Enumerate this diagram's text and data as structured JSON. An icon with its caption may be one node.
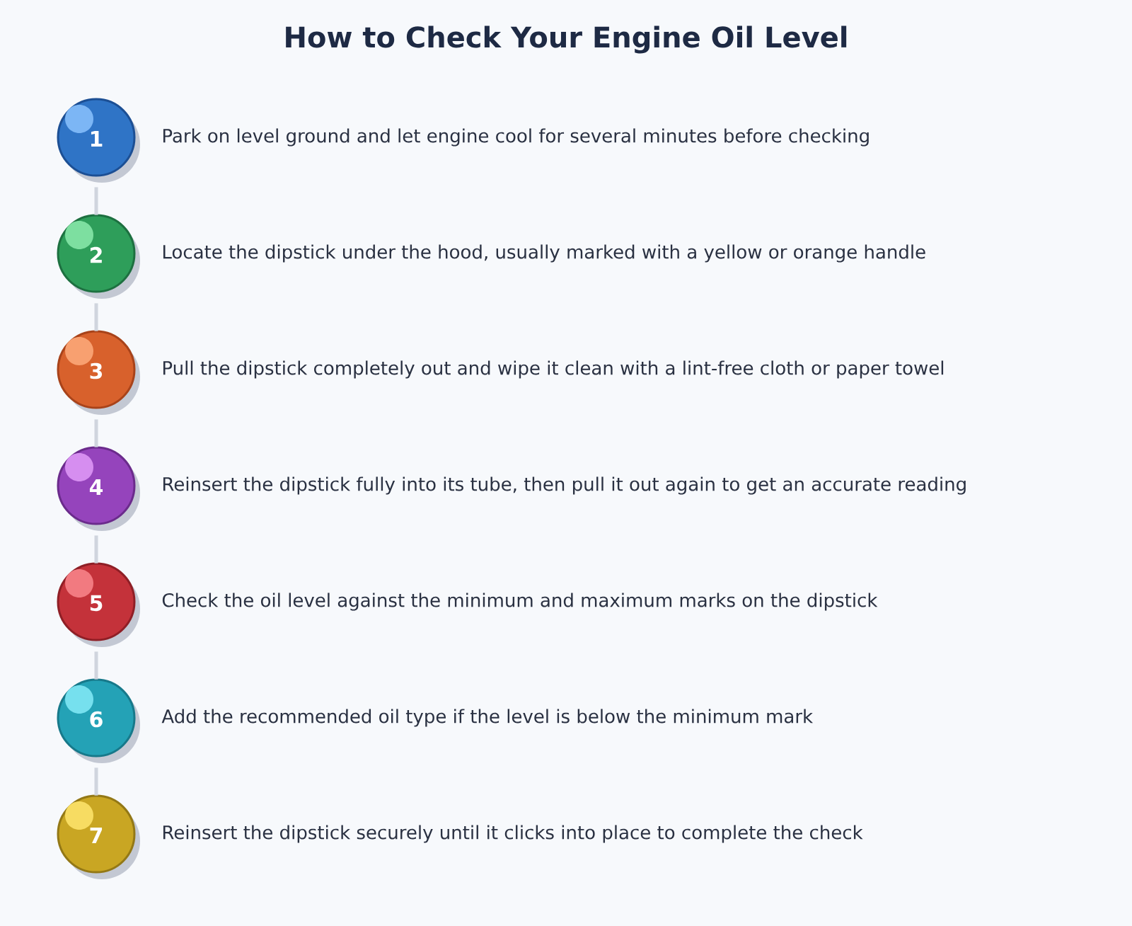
{
  "diagram": {
    "title": "How to Check Your Engine Oil Level",
    "nodes": [
      {
        "text": [
          "1"
        ],
        "beside": [
          "Park on level ground and let engine cool for several minutes before checking"
        ]
      },
      {
        "text": [
          "2"
        ],
        "beside": [
          "Locate the dipstick under the hood, usually marked with a yellow or orange handle"
        ]
      },
      {
        "text": [
          "3"
        ],
        "beside": [
          "Pull the dipstick completely out and wipe it clean with a lint-free cloth or paper towel"
        ]
      },
      {
        "text": [
          "4"
        ],
        "beside": [
          "Reinsert the dipstick fully into its tube, then pull it out again to get an accurate reading"
        ]
      },
      {
        "text": [
          "5"
        ],
        "beside": [
          "Check the oil level against the minimum and maximum marks on the dipstick"
        ]
      },
      {
        "text": [
          "6"
        ],
        "beside": [
          "Add the recommended oil type if the level is below the minimum mark"
        ]
      },
      {
        "text": [
          "7"
        ],
        "beside": [
          "Reinsert the dipstick securely until it clicks into place to complete the check"
        ]
      }
    ],
    "edges": [
      {
        "from": 0,
        "to": 1,
        "arrow": "none"
      },
      {
        "from": 1,
        "to": 2,
        "arrow": "none"
      },
      {
        "from": 2,
        "to": 3,
        "arrow": "none"
      },
      {
        "from": 3,
        "to": 4,
        "arrow": "none"
      },
      {
        "from": 4,
        "to": 5,
        "arrow": "none"
      },
      {
        "from": 5,
        "to": 6,
        "arrow": "none"
      }
    ]
  }
}
